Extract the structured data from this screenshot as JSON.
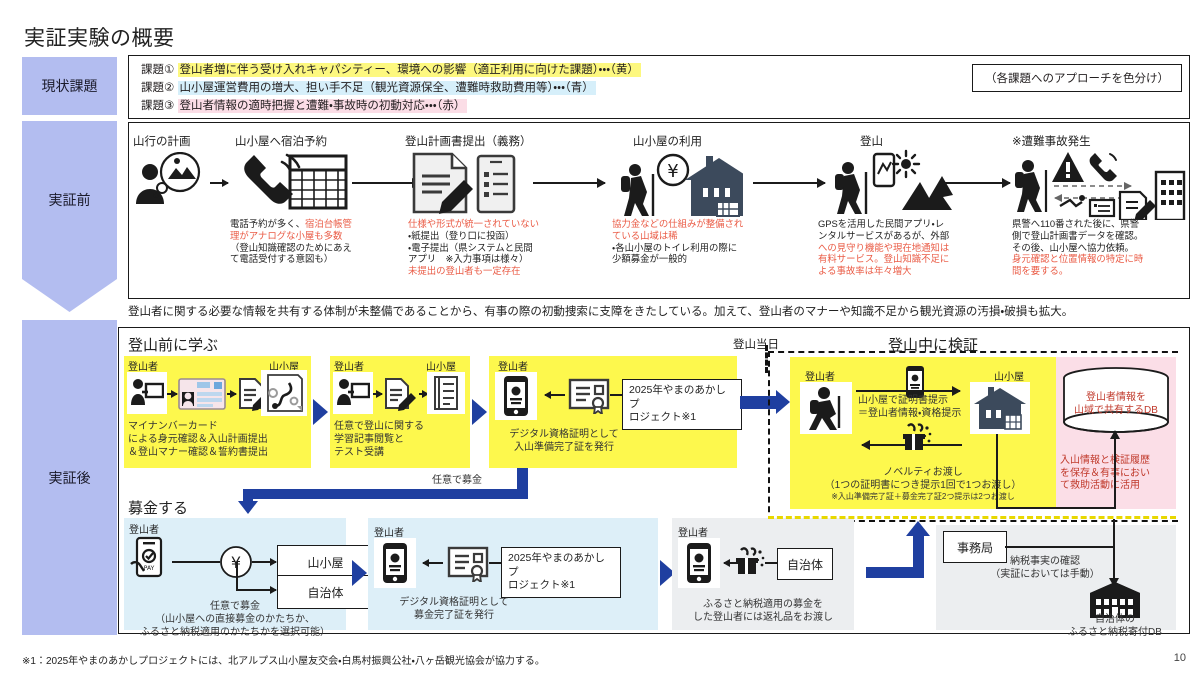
{
  "slide": {
    "title": "実証実験の概要",
    "page_number": "10",
    "footnote": "※1：2025年やまのあかしプロジェクトには、北アルプス山小屋友交会・白馬村振興公社・八ヶ岳観光協会が協力する。"
  },
  "rail": {
    "current_issues": "現状課題",
    "before": "実証前",
    "after": "実証後"
  },
  "issues": {
    "items": [
      {
        "no": "課題①",
        "text": "登山者増に伴う受け入れキャパシティー、環境への影響（適正利用に向けた課題）・・・（黄）",
        "color_word": "（黄）",
        "highlight": "yellow"
      },
      {
        "no": "課題②",
        "text": "山小屋運営費用の増大、担い手不足（観光資源保全、遭難時救助費用等）・・・（青）",
        "color_word": "（青）",
        "highlight": "blue"
      },
      {
        "no": "課題③",
        "text": "登山者情報の適時把握と遭難・事故時の初動対応・・・（赤）",
        "color_word": "（赤）",
        "highlight": "pink"
      }
    ],
    "approach_note": "（各課題へのアプローチを色分け）"
  },
  "before": {
    "steps": [
      {
        "title": "山行の計画",
        "icon": "hiker-thinking-icon"
      },
      {
        "title": "山小屋へ宿泊予約",
        "icon": "phone-calendar-icon"
      },
      {
        "title": "登山計画書提出（義務）",
        "icon": "document-form-icon"
      },
      {
        "title": "山小屋の利用",
        "icon": "hut-yen-icon"
      },
      {
        "title": "登山",
        "icon": "climbing-gps-icon"
      },
      {
        "title": "※遭難事故発生",
        "icon": "accident-report-icon"
      }
    ],
    "captions": [
      {
        "lines": [
          {
            "t": "電話予約が多く、",
            "red": false
          },
          {
            "t": "宿泊台帳管",
            "red": true
          },
          {
            "t": "理がアナログな小屋も多数",
            "red": true
          },
          {
            "t": "（登山知識確認のためにあえ",
            "red": false
          },
          {
            "t": "て電話受付する意図も）",
            "red": false
          }
        ]
      },
      {
        "lines": [
          {
            "t": "仕様や形式が統一されていない",
            "red": true
          },
          {
            "t": "・紙提出（登り口に投函）",
            "red": false
          },
          {
            "t": "・電子提出（県システムと民間",
            "red": false
          },
          {
            "t": "アプリ　※入力事項は様々）",
            "red": false
          },
          {
            "t": "未提出の登山者も一定存在",
            "red": true
          }
        ]
      },
      {
        "lines": [
          {
            "t": "協力金などの仕組みが整備され",
            "red": true
          },
          {
            "t": "ている山域は稀",
            "red": true
          },
          {
            "t": "・各山小屋のトイレ利用の際に",
            "red": false
          },
          {
            "t": "少額募金が一般的",
            "red": false
          }
        ]
      },
      {
        "lines": [
          {
            "t": "GPSを活用した民間アプリ・レ",
            "red": false
          },
          {
            "t": "ンタルサービスがあるが、外部",
            "red": false
          },
          {
            "t": "への見守り機能や現在地通知は",
            "red": true
          },
          {
            "t": "有料サービス。登山知識不足に",
            "red": true
          },
          {
            "t": "よる事故率は年々増大",
            "red": true
          }
        ]
      },
      {
        "lines": [
          {
            "t": "県警へ110番された後に、県警",
            "red": false
          },
          {
            "t": "側で登山計画書データを確認。",
            "red": false
          },
          {
            "t": "その後、山小屋へ協力依頼。",
            "red": false
          },
          {
            "t": "身元確認と位置情報の特定に時",
            "red": true
          },
          {
            "t": "間を要する。",
            "red": true
          }
        ]
      }
    ]
  },
  "mid_note": "登山者に関する必要な情報を共有する体制が未整備であることから、有事の際の初動捜索に支障をきたしている。加えて、登山者のマナーや知識不足から観光資源の汚損・破損も拡大。",
  "after": {
    "section_learn": "登山前に学ぶ",
    "section_donate": "募金する",
    "label_day_of": "登山当日",
    "label_verify": "登山中に検証",
    "optional_donation": "任意で募金",
    "cards": [
      {
        "top_labels": [
          "登山者",
          "山小屋"
        ],
        "caption": "マイナンバーカード\nによる身元確認＆入山計画提出\n＆登山マナー確認＆誓約書提出",
        "icons": [
          "person-terminal-icon",
          "mynumber-card-icon",
          "document-pen-icon",
          "map-route-icon"
        ]
      },
      {
        "top_labels": [
          "登山者",
          "山小屋"
        ],
        "caption": "任意で登山に関する\n学習記事閲覧と\nテスト受講",
        "icons": [
          "person-terminal-icon",
          "document-pen-icon",
          "checklist-icon"
        ]
      },
      {
        "top_labels": [
          "登山者"
        ],
        "caption": "デジタル資格証明として\n入山準備完了証を発行",
        "note": "2025年やまのあかしプ\nロジェクト※1",
        "icons": [
          "smartphone-id-icon",
          "certificate-icon"
        ]
      }
    ],
    "verify": {
      "label_climber": "登山者",
      "label_hut": "山小屋",
      "line_top": "山小屋で証明書提示\n＝登山者情報・資格提示",
      "line_bottom": "ノベルティお渡し\n（1つの証明書につき提示1回で1つお渡し）",
      "line_small": "※入山準備完了証＋募金完了証2つ提示は2つお渡し",
      "db_label": "登山者情報を\n山域で共有するDB",
      "db_caption": "入山情報と検証履歴\nを保存＆有事において\nて救助活動に活用"
    },
    "donate": {
      "label_climber": "登山者",
      "target_hut": "山小屋",
      "target_gov": "自治体",
      "caption1": "任意で募金\n（山小屋への直接募金のかたちか、\nふるさと納税適用のかたちかを選択可能）",
      "card2_label": "登山者",
      "card2_note": "2025年やまのあかしプ\nロジェクト※1",
      "card2_caption": "デジタル資格証明として\n募金完了証を発行",
      "card3_label": "登山者",
      "card3_gov": "自治体",
      "card3_caption": "ふるさと納税適用の募金を\nした登山者には返礼品をお渡し",
      "office": "事務局",
      "office_caption": "納税事実の確認\n（実証においては手動）",
      "gov_db": "自治体の\nふるさと納税寄付DB"
    }
  },
  "colors": {
    "rail": "#b3bdf0",
    "yellow": "#fdf84d",
    "blue": "#ddeff8",
    "pink": "#fbdee7",
    "gray": "#eceef0",
    "accent_blue": "#1f3fa0",
    "red_text": "#ea5b45"
  }
}
